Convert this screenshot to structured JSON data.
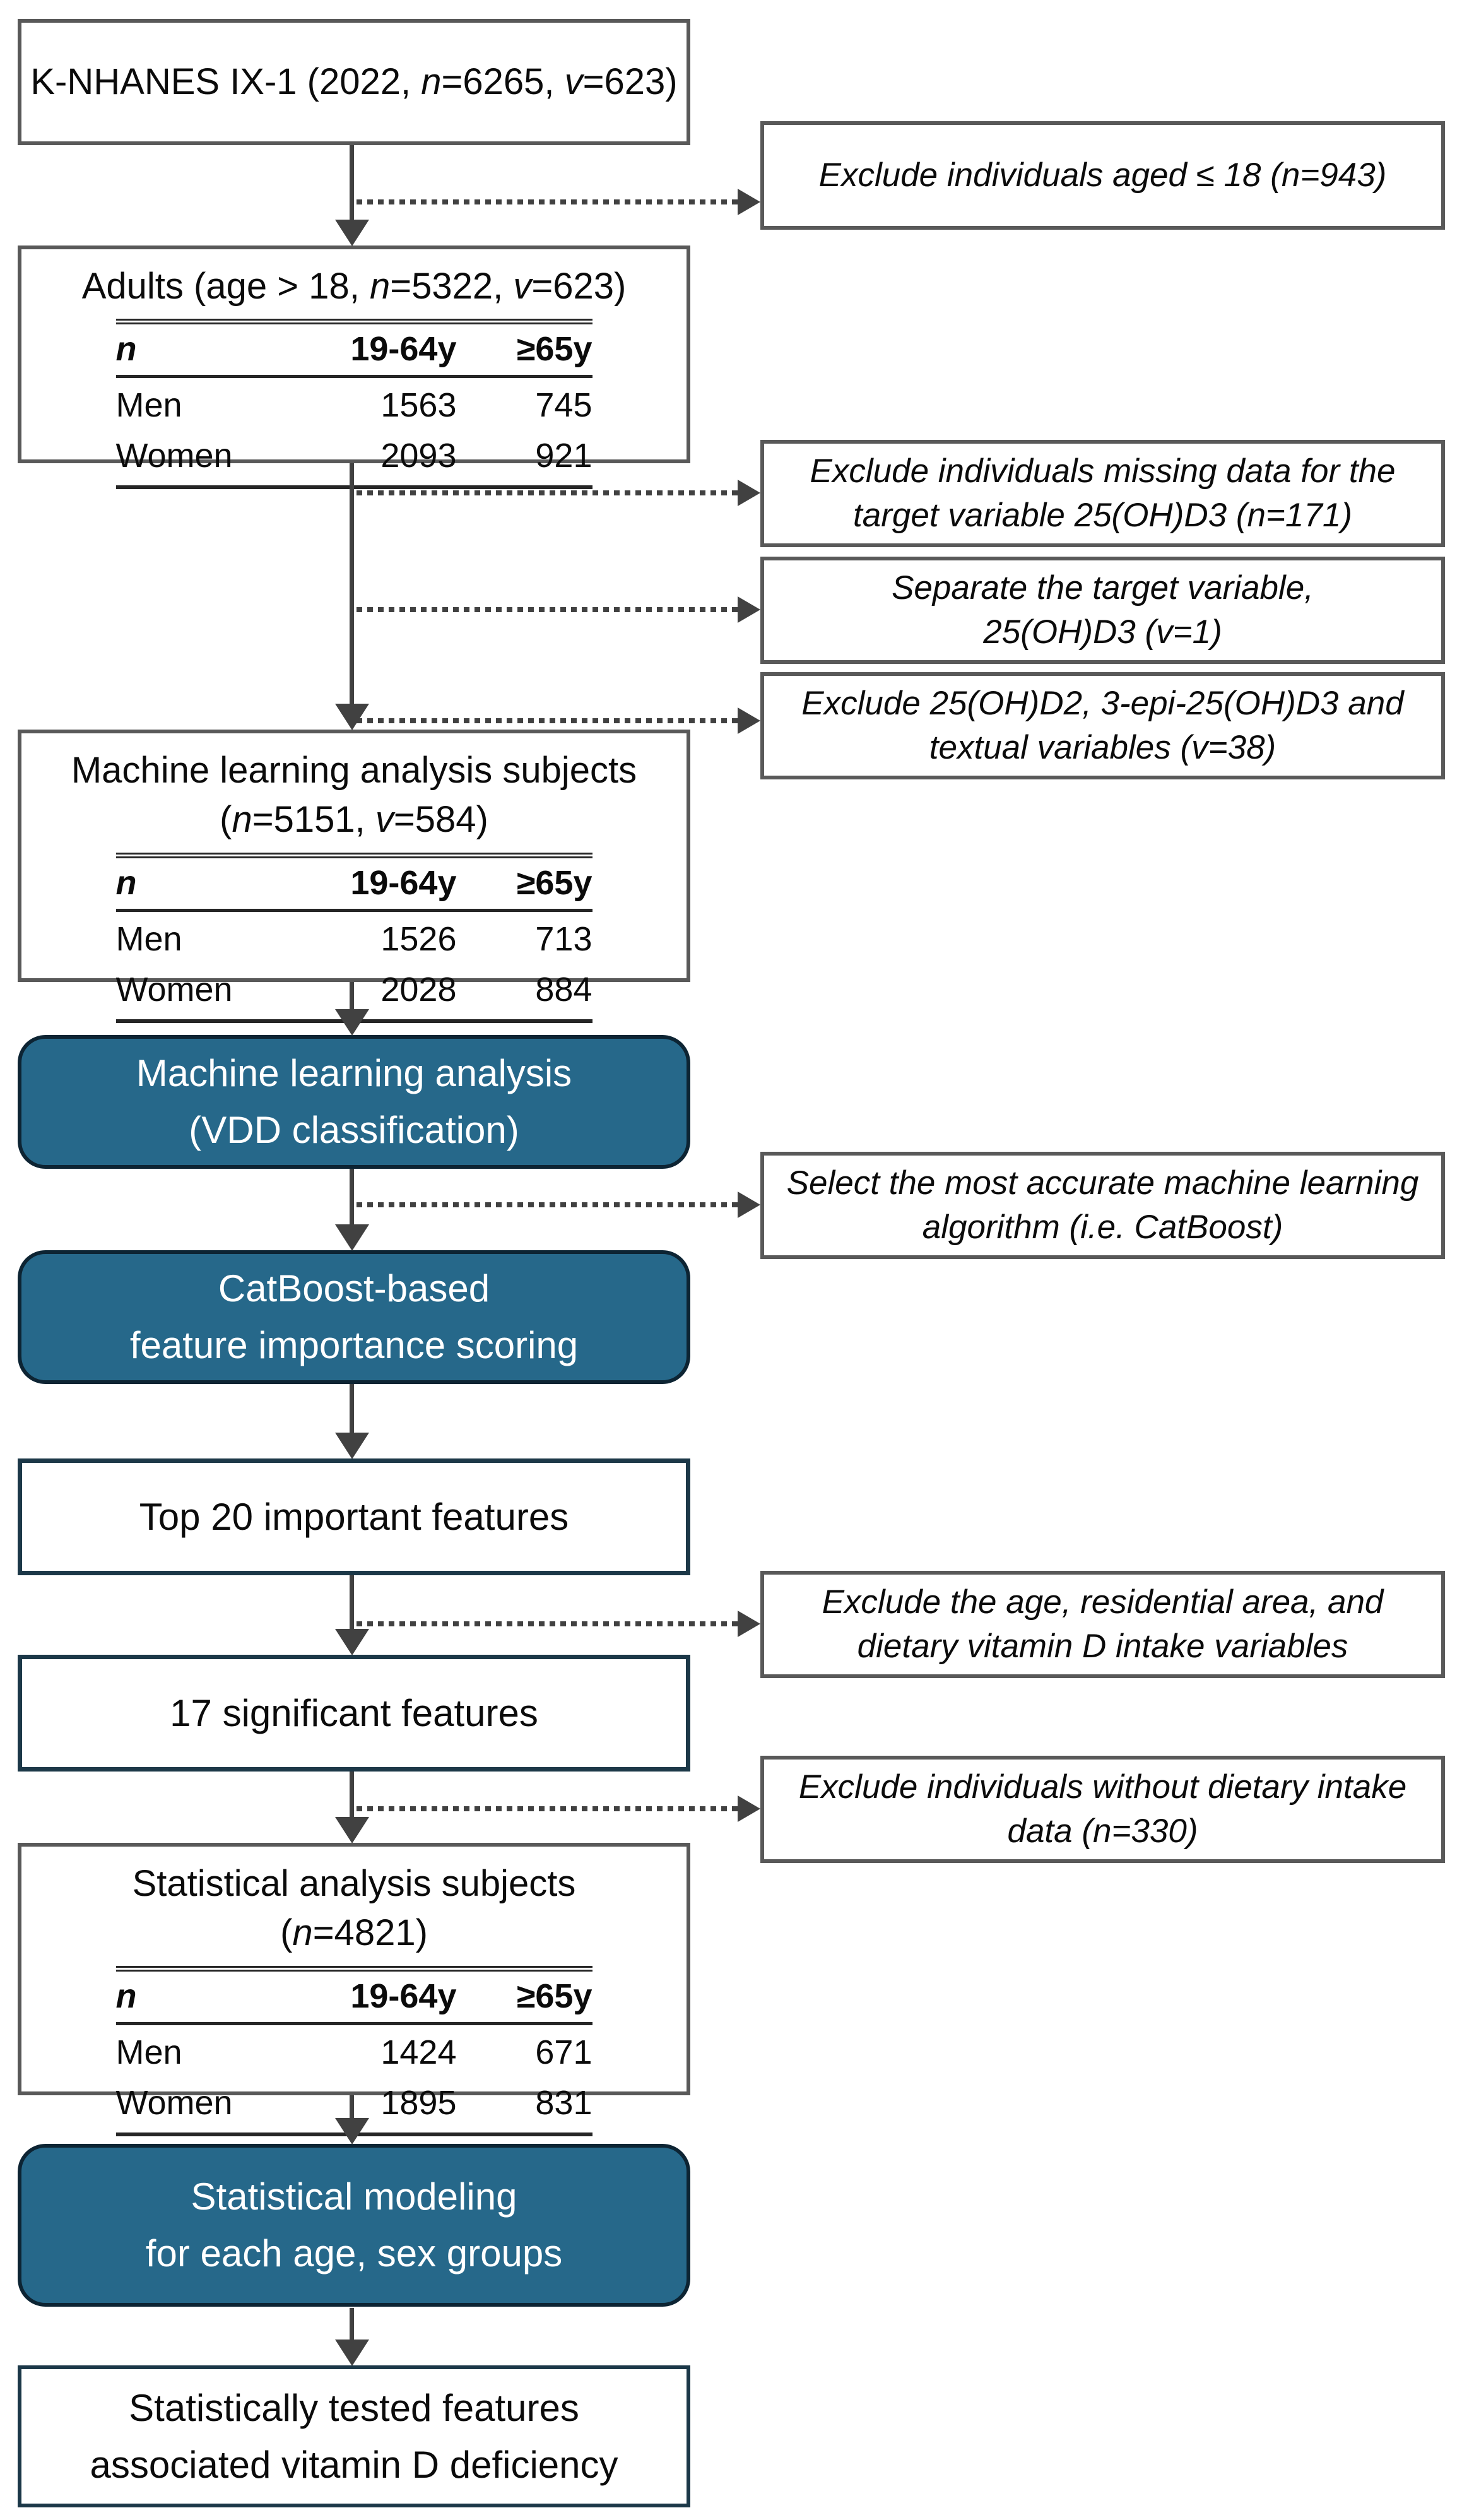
{
  "palette": {
    "border_gray": "#595959",
    "border_navy": "#1c3848",
    "teal_fill": "#26688a",
    "teal_border": "#0d2433",
    "arrow": "#414141",
    "rule": "#262626"
  },
  "flow": {
    "source": {
      "title_segments": [
        {
          "t": "K-NHANES IX-1 (2022, "
        },
        {
          "t": "n",
          "i": true
        },
        {
          "t": "=6265, "
        },
        {
          "t": "v",
          "i": true
        },
        {
          "t": "=623)"
        }
      ]
    },
    "adults": {
      "title_segments": [
        {
          "t": "Adults (age > 18, "
        },
        {
          "t": "n",
          "i": true
        },
        {
          "t": "=5322, "
        },
        {
          "t": "v",
          "i": true
        },
        {
          "t": "=623)"
        }
      ],
      "table": {
        "headers": [
          "n",
          "19-64y",
          "≥65y"
        ],
        "rows": [
          [
            "Men",
            "1563",
            "745"
          ],
          [
            "Women",
            "2093",
            "921"
          ]
        ]
      }
    },
    "ml_subjects": {
      "line1": "Machine learning analysis subjects",
      "line2_segments": [
        {
          "t": "("
        },
        {
          "t": "n",
          "i": true
        },
        {
          "t": "=5151, "
        },
        {
          "t": "v",
          "i": true
        },
        {
          "t": "=584)"
        }
      ],
      "table": {
        "headers": [
          "n",
          "19-64y",
          "≥65y"
        ],
        "rows": [
          [
            "Men",
            "1526",
            "713"
          ],
          [
            "Women",
            "2028",
            "884"
          ]
        ]
      }
    },
    "ml_analysis": {
      "line1": "Machine learning analysis",
      "line2": "(VDD classification)"
    },
    "catboost": {
      "line1": "CatBoost-based",
      "line2": "feature importance scoring"
    },
    "top20": {
      "label": "Top 20 important features"
    },
    "sig17": {
      "label": "17 significant features"
    },
    "stat_subjects": {
      "line1": "Statistical analysis subjects",
      "line2_segments": [
        {
          "t": "("
        },
        {
          "t": "n",
          "i": true
        },
        {
          "t": "=4821)"
        }
      ],
      "table": {
        "headers": [
          "n",
          "19-64y",
          "≥65y"
        ],
        "rows": [
          [
            "Men",
            "1424",
            "671"
          ],
          [
            "Women",
            "1895",
            "831"
          ]
        ]
      }
    },
    "stat_modeling": {
      "line1": "Statistical modeling",
      "line2": "for each age, sex groups"
    },
    "tested": {
      "line1": "Statistically tested features",
      "line2": "associated vitamin D deficiency"
    }
  },
  "notes": [
    {
      "lines": [
        "Exclude individuals aged ≤ 18 (n=943)",
        ""
      ]
    },
    {
      "lines": [
        "Exclude individuals missing data for the",
        "target variable 25(OH)D3 (n=171)"
      ]
    },
    {
      "lines": [
        "Separate the target variable,",
        "25(OH)D3 (v=1)"
      ]
    },
    {
      "lines": [
        "Exclude 25(OH)D2, 3-epi-25(OH)D3 and",
        "textual variables (v=38)"
      ]
    },
    {
      "lines": [
        "Select the most accurate machine learning",
        "algorithm (i.e. CatBoost)"
      ]
    },
    {
      "lines": [
        "Exclude the age, residential area, and",
        "dietary vitamin D intake variables"
      ]
    },
    {
      "lines": [
        "Exclude individuals without dietary intake",
        "data (n=330)"
      ]
    }
  ]
}
